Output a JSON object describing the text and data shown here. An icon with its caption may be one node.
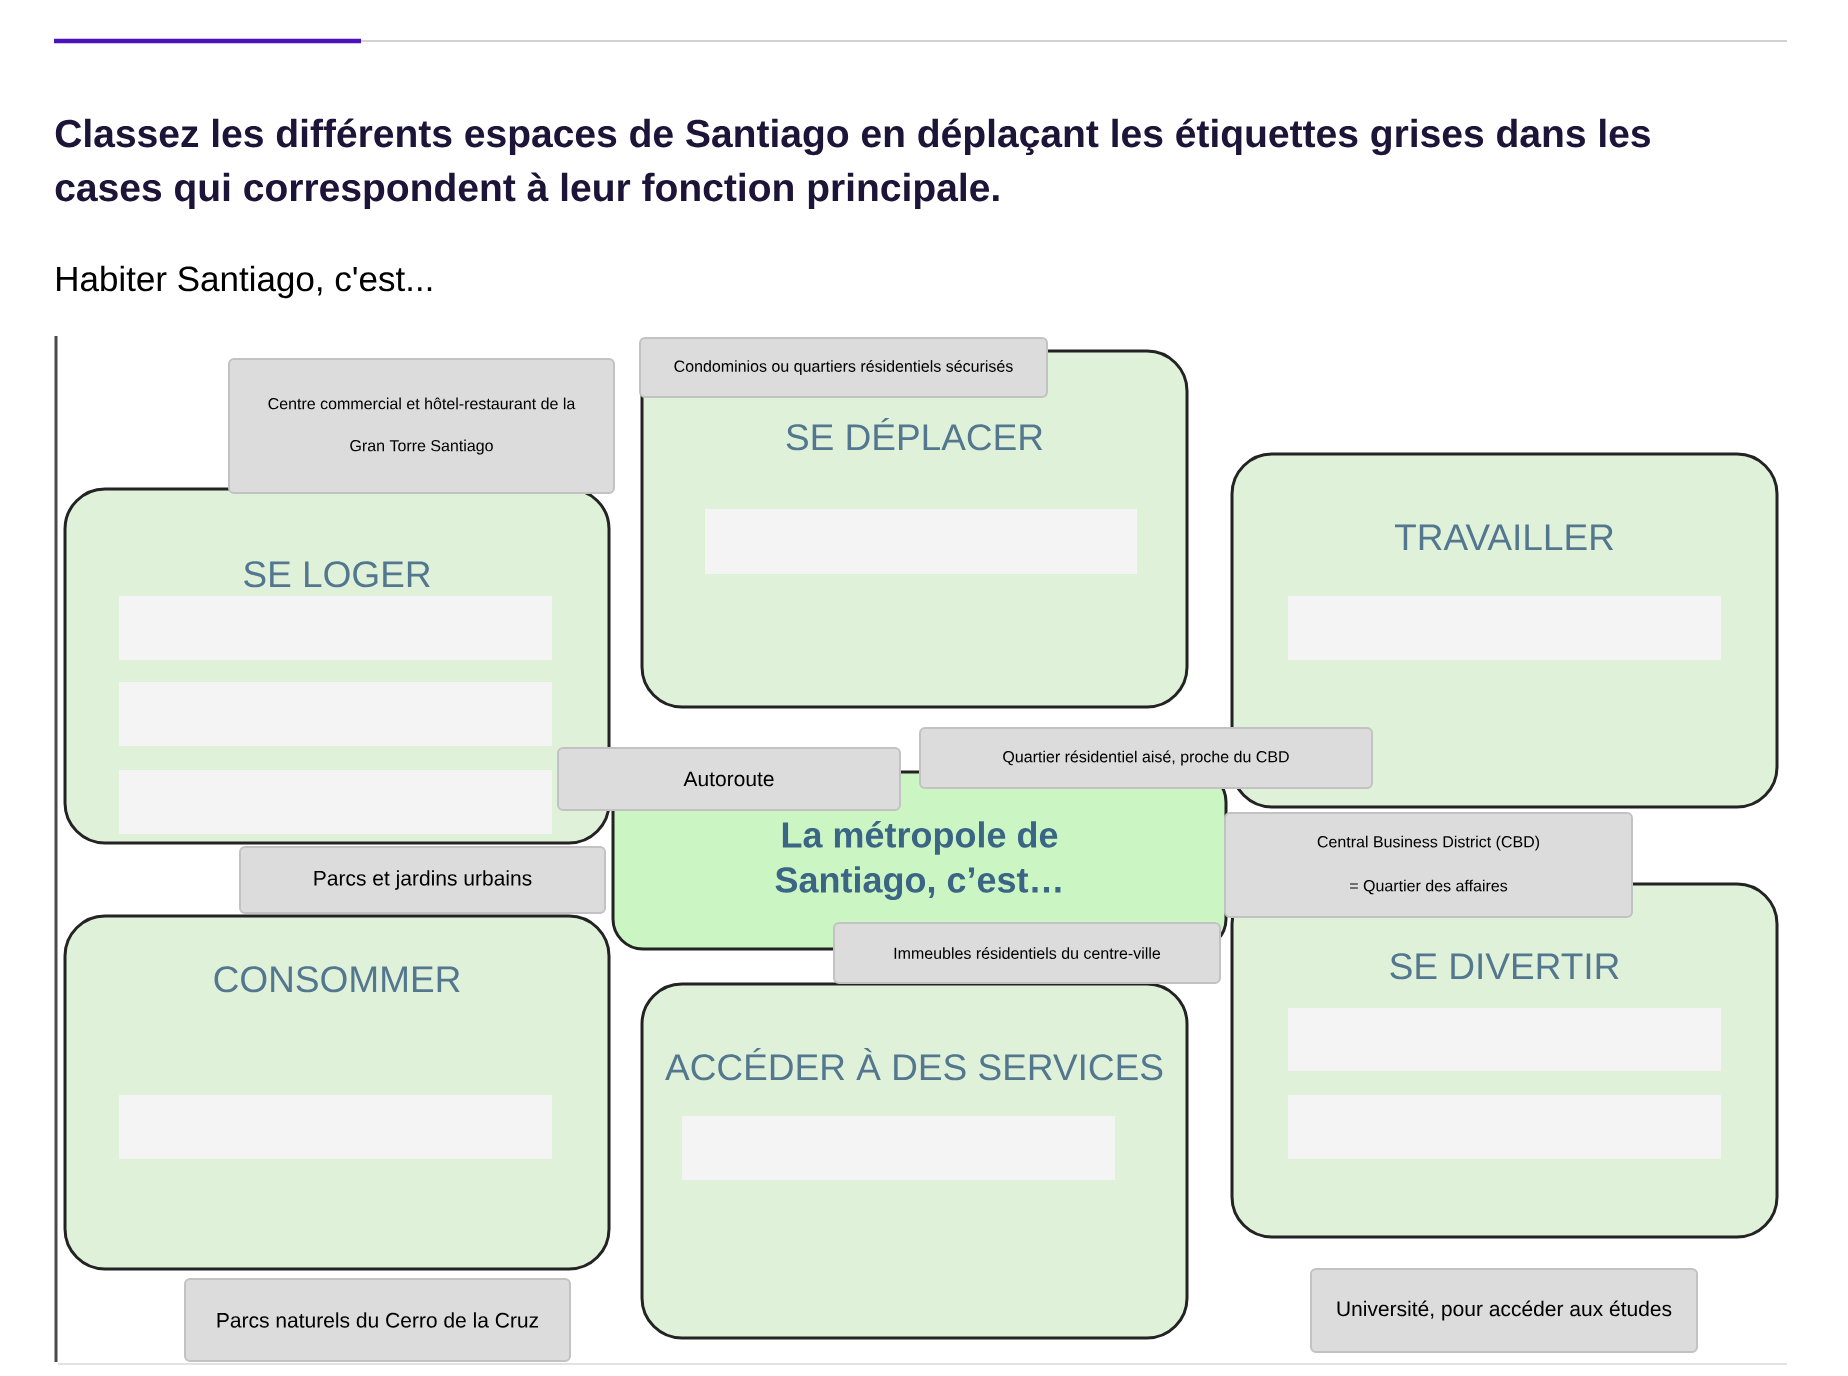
{
  "diagram": {
    "title": "Classez les différents espaces de Santiago en déplaçant les étiquettes grises dans les cases qui correspondent à leur fonction principale.",
    "nodes": [
      {
        "text": [
          "SE LOGER"
        ]
      },
      {
        "text": [],
        "shape": "box",
        "in": 0
      },
      {
        "text": [],
        "shape": "box",
        "in": 0
      },
      {
        "text": [],
        "shape": "box",
        "in": 0
      },
      {
        "text": [
          "SE DÉPLACER"
        ]
      },
      {
        "text": [],
        "shape": "box",
        "in": 4
      },
      {
        "text": [
          "TRAVAILLER"
        ]
      },
      {
        "text": [],
        "shape": "box",
        "in": 6
      },
      {
        "text": [
          "La métropole de Santiago, c’est…"
        ]
      },
      {
        "text": [
          "CONSOMMER"
        ]
      },
      {
        "text": [],
        "shape": "box",
        "in": 9
      },
      {
        "text": [
          "ACCÉDER À DES SERVICES"
        ]
      },
      {
        "text": [],
        "shape": "box",
        "in": 11
      },
      {
        "text": [
          "SE DIVERTIR"
        ]
      },
      {
        "text": [],
        "shape": "box",
        "in": 13
      },
      {
        "text": [],
        "shape": "box",
        "in": 13
      },
      {
        "text": [
          "Centre commercial et hôtel-restaurant de la Gran Torre Santiago"
        ]
      },
      {
        "text": [
          "Condominios ou quartiers résidentiels sécurisés"
        ]
      },
      {
        "text": [
          "Autoroute"
        ]
      },
      {
        "text": [
          "Quartier résidentiel aisé, proche du CBD"
        ]
      },
      {
        "text": [
          "Parcs et jardins urbains"
        ]
      },
      {
        "text": [
          "Central Business District (CBD)",
          "= Quartier des affaires"
        ]
      },
      {
        "text": [
          "Immeubles résidentiels du centre-ville"
        ]
      },
      {
        "text": [
          "Parcs naturels du Cerro de la Cruz"
        ]
      },
      {
        "text": [
          "Université, pour accéder aux études"
        ]
      }
    ],
    "labels": [
      "Habiter Santiago, c'est..."
    ]
  }
}
